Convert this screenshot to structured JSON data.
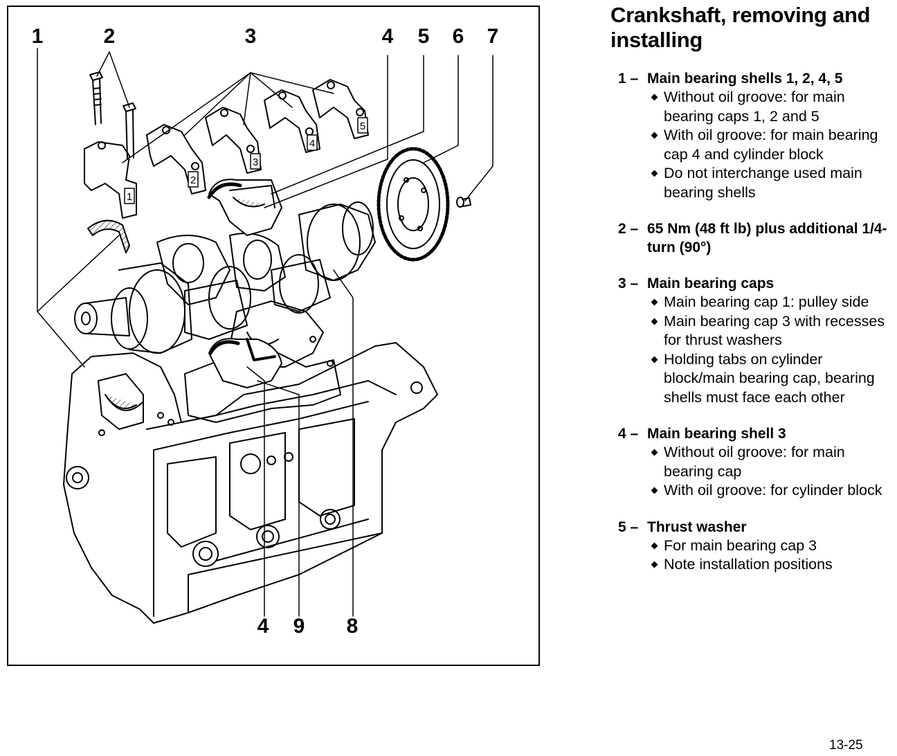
{
  "document": {
    "title": "Crankshaft, removing and installing",
    "page_number": "13-25"
  },
  "figure": {
    "callouts": [
      "1",
      "2",
      "3",
      "4",
      "5",
      "6",
      "7",
      "4",
      "9",
      "8"
    ],
    "cap_labels": [
      "1",
      "2",
      "3",
      "4",
      "5"
    ]
  },
  "parts": [
    {
      "number": "1 –",
      "heading": "Main bearing shells 1, 2, 4, 5",
      "notes": [
        "Without oil groove:  for main bearing caps 1, 2 and 5",
        "With oil groove:  for main bearing cap 4 and cylinder block",
        "Do not interchange used main bearing shells"
      ]
    },
    {
      "number": "2 –",
      "heading": "65 Nm (48 ft lb) plus additional 1/4-turn (90°)",
      "notes": []
    },
    {
      "number": "3 –",
      "heading": "Main bearing caps",
      "notes": [
        "Main bearing cap 1:  pulley side",
        "Main bearing cap 3 with recesses for thrust washers",
        "Holding tabs on cylinder block/main bearing cap, bearing shells must face each other"
      ]
    },
    {
      "number": "4 –",
      "heading": "Main bearing shell 3",
      "notes": [
        "Without oil groove:  for main bearing cap",
        "With oil groove:  for cylinder block"
      ]
    },
    {
      "number": "5 –",
      "heading": "Thrust washer",
      "notes": [
        "For main bearing cap 3",
        "Note installation positions"
      ]
    }
  ]
}
